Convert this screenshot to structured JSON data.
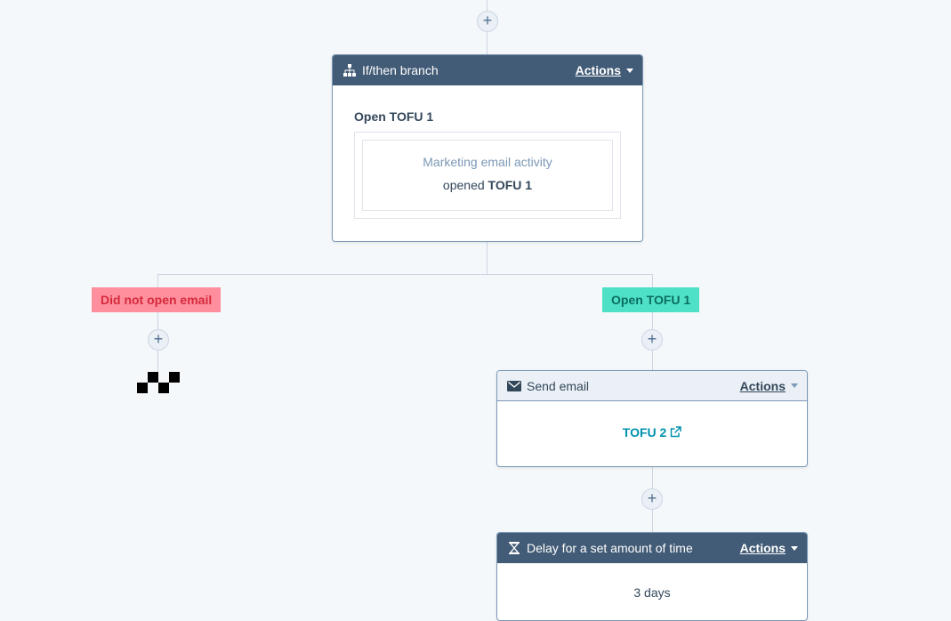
{
  "colors": {
    "background": "#f5f8fa",
    "header_dark": "#425b76",
    "header_light": "#eaf0f6",
    "connector": "#cbd6e2",
    "branch_no": "#ff8f9d",
    "branch_no_text": "#d52a3c",
    "branch_yes": "#4fe0c8",
    "branch_yes_text": "#0a6f63",
    "link": "#0091ae"
  },
  "add_action_symbol": "+",
  "branch_card": {
    "icon": "sitemap-icon",
    "title": "If/then branch",
    "actions_label": "Actions",
    "branch_name": "Open TOFU 1",
    "filter": {
      "category": "Marketing email activity",
      "verb": "opened",
      "email": "TOFU 1"
    }
  },
  "branches": {
    "no": {
      "label": "Did not open email"
    },
    "yes": {
      "label": "Open TOFU 1"
    }
  },
  "send_email_card": {
    "icon": "envelope-icon",
    "title": "Send email",
    "actions_label": "Actions",
    "email_name": "TOFU 2",
    "link_icon": "external-link-icon"
  },
  "delay_card": {
    "icon": "hourglass-icon",
    "title": "Delay for a set amount of time",
    "actions_label": "Actions",
    "delay_value": "3 days"
  }
}
